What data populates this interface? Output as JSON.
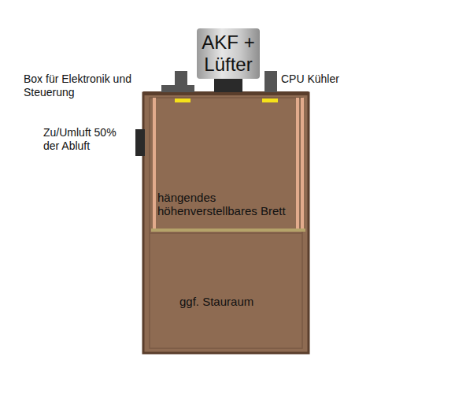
{
  "diagram": {
    "nodes": [
      {
        "text": [
          "hängendes höhenverstellbares Brett",
          "ggf. Stauraum"
        ]
      },
      {
        "text": [
          "AKF + Lüfter"
        ]
      }
    ],
    "labels": [
      "Box für Elektronik und Steuerung",
      "CPU Kühler",
      "Zu/Umluft 50% der Abluft"
    ]
  }
}
